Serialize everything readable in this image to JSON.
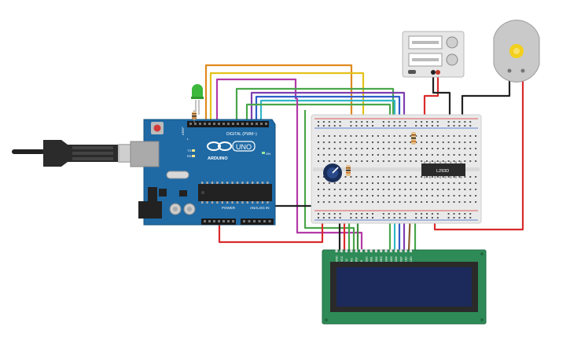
{
  "colors": {
    "arduino": "#1f6aa5",
    "arduino_dark": "#12507f",
    "breadboard": "#e9e9e9",
    "lcd_pcb": "#2e8b57",
    "lcd_screen": "#1b2a5a",
    "wire_orange": "#e08a1e",
    "wire_yellow": "#e3c21a",
    "wire_magenta": "#b23aa8",
    "wire_green": "#49a64a",
    "wire_cyan": "#30b7c8",
    "wire_blue": "#2f5fc9",
    "wire_purple": "#7f3fb0",
    "wire_red": "#d92b2b",
    "wire_black": "#222222",
    "wire_brown": "#8b5a2b"
  },
  "arduino": {
    "brand": "ARDUINO",
    "model": "UNO",
    "digital_label": "DIGITAL (PWM~)",
    "power_label": "POWER",
    "analog_label": "ANALOG IN",
    "aref": "AREF",
    "tx": "TX",
    "rx": "RX",
    "on": "ON",
    "l": "L"
  },
  "driver_chip": {
    "label": "L293D"
  },
  "lcd": {
    "pins": [
      "GND",
      "VCC",
      "V0",
      "RS",
      "RW",
      "E",
      "DB0",
      "DB1",
      "DB2",
      "DB3",
      "DB4",
      "DB5",
      "DB6",
      "DB7",
      "LED",
      "LED"
    ]
  },
  "icons": {
    "usb": "usb-cable-icon",
    "power_supply": "power-supply-icon",
    "motor": "dc-motor-icon",
    "potentiometer": "potentiometer-icon",
    "led": "led-icon"
  }
}
